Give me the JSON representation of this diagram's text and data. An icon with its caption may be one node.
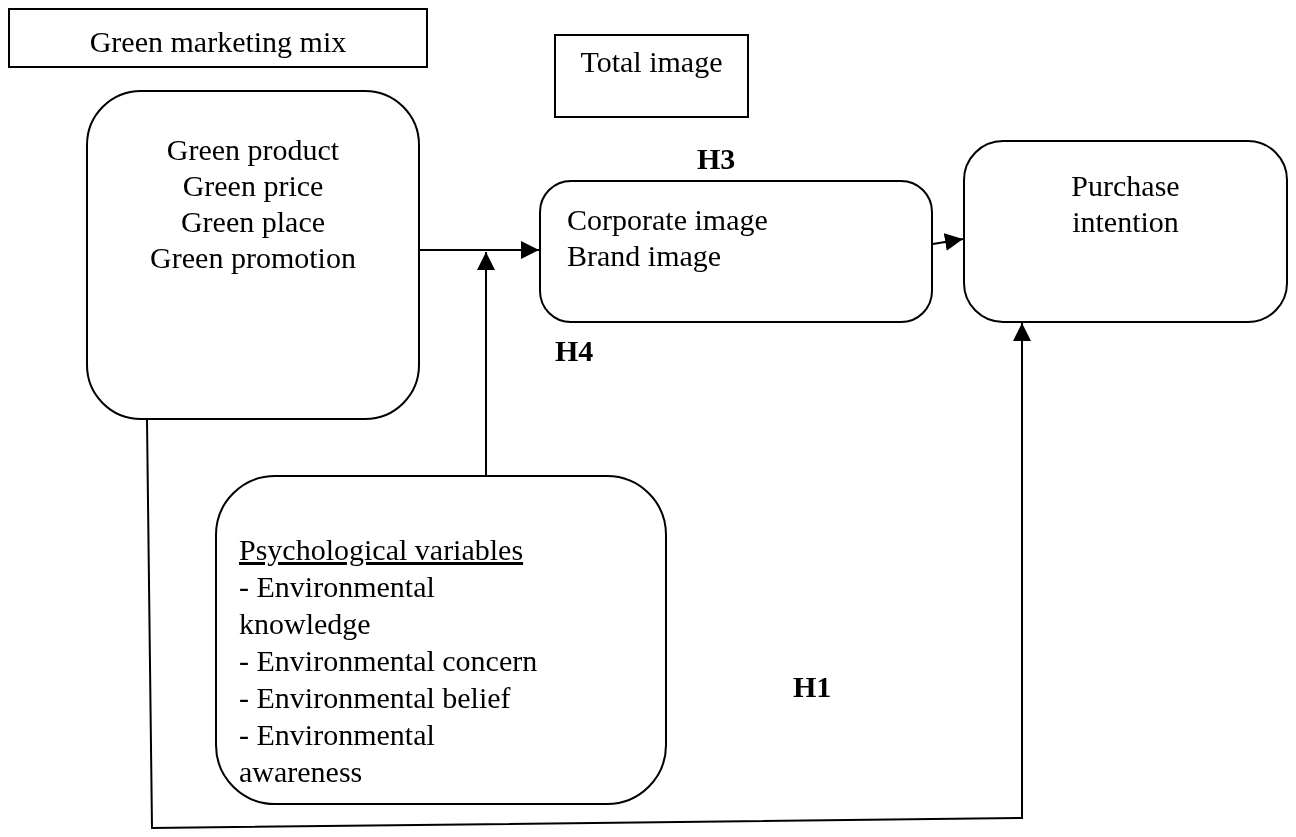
{
  "diagram": {
    "nodes": [
      {
        "text": [
          "Green marketing mix"
        ]
      },
      {
        "text": [
          "Total image"
        ]
      },
      {
        "text": [
          "Green product",
          "Green price",
          "Green place",
          "Green promotion"
        ]
      },
      {
        "text": [
          "Corporate image",
          "Brand image"
        ]
      },
      {
        "text": [
          "Purchase intention"
        ]
      },
      {
        "text": [
          "Psychological variables",
          "- Environmental knowledge",
          "- Environmental concern",
          "- Environmental belief",
          "- Environmental awareness"
        ]
      }
    ],
    "edges": [
      {
        "from": 2,
        "to": 3,
        "arrow": "to"
      },
      {
        "from": 5,
        "to": null,
        "arrow": "to"
      },
      {
        "from": 3,
        "to": 4,
        "arrow": "to"
      },
      {
        "from": 2,
        "to": 4,
        "arrow": "to"
      }
    ],
    "labels": [
      "H3",
      "H4",
      "H1"
    ]
  }
}
